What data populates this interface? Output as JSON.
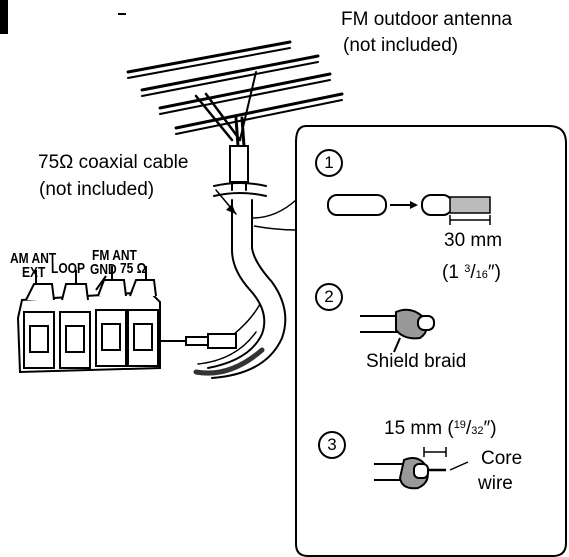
{
  "labels": {
    "antenna_line1": "FM outdoor antenna",
    "antenna_line2": "(not included)",
    "cable_line1": "75Ω coaxial cable",
    "cable_line2": "(not included)",
    "am_ant": "AM ANT",
    "ext": "EXT",
    "loop": "LOOP",
    "fm_ant": "FM ANT",
    "gnd": "GND",
    "ohm75": "75 Ω"
  },
  "steps": [
    {
      "number": "1",
      "measure": "30 mm",
      "inch_open": "(1 ",
      "inch_num": "3",
      "inch_den": "16",
      "inch_close": "″)"
    },
    {
      "number": "2",
      "caption": "Shield braid"
    },
    {
      "number": "3",
      "measure": "15 mm (",
      "inch_num": "19",
      "inch_den": "32",
      "inch_close": "″)",
      "core_line1": "Core",
      "core_line2": "wire"
    }
  ]
}
